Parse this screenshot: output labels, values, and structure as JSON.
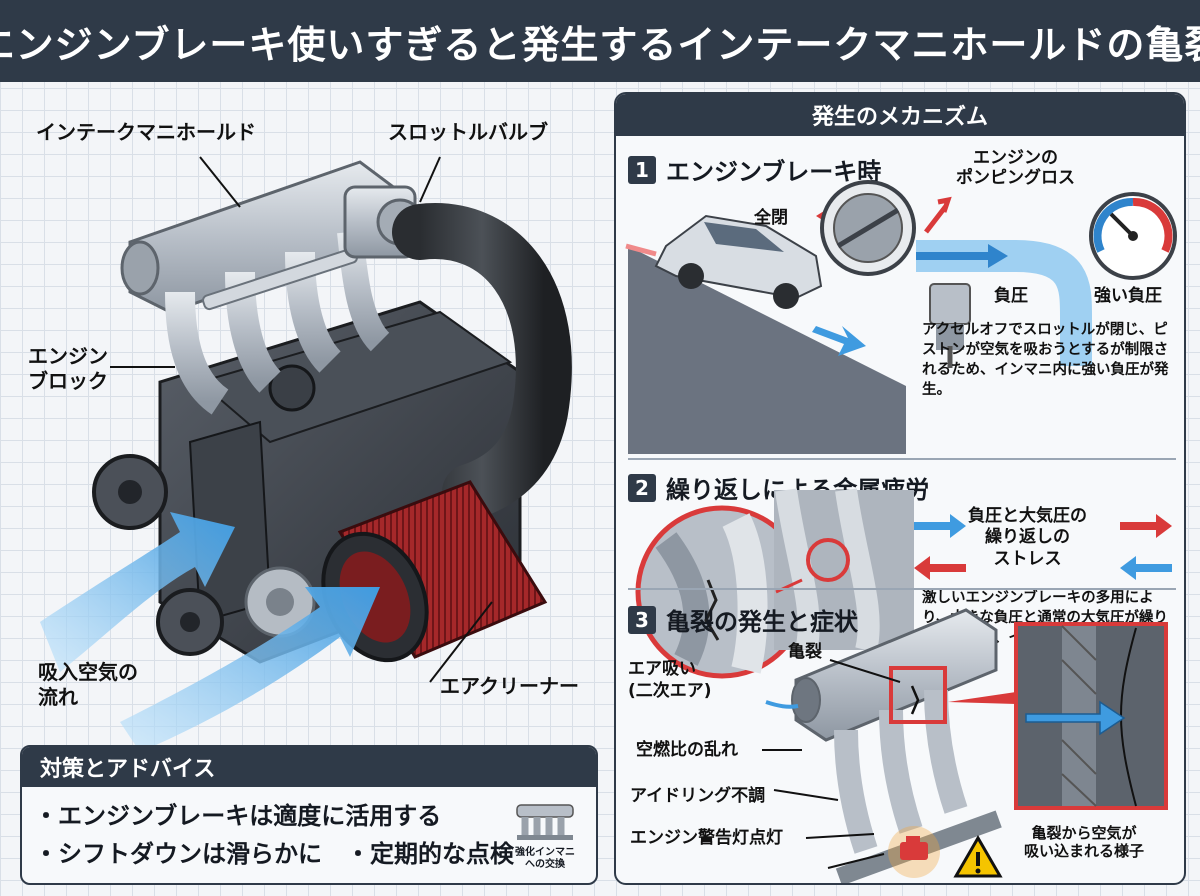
{
  "title": "エンジンブレーキ使いすぎると発生するインテークマニホールドの亀裂",
  "engine": {
    "labels": {
      "intake_manifold": "インテークマニホールド",
      "throttle_valve": "スロットルバルブ",
      "engine_block": "エンジン\nブロック",
      "intake_air_flow": "吸入空気の\n流れ",
      "air_cleaner": "エアクリーナー"
    }
  },
  "tips": {
    "heading": "対策とアドバイス",
    "items": [
      "・エンジンブレーキは適度に活用する",
      "・シフトダウンは滑らかに　・定期的な点検"
    ],
    "mini_caption": "強化インマニ\nへの交換"
  },
  "mechanism": {
    "heading": "発生のメカニズム",
    "steps": [
      {
        "num": "1",
        "title": "エンジンブレーキ時",
        "labels": {
          "closed": "全閉",
          "pumping_loss": "エンジンの\nポンピングロス",
          "negative_pressure": "負圧",
          "strong_negative": "強い負圧"
        },
        "desc": "アクセルオフでスロットルが閉じ、ピストンが空気を吸おうとするが制限されるため、インマニ内に強い負圧が発生。"
      },
      {
        "num": "2",
        "title": "繰り返しによる金属疲労",
        "labels": {
          "stress": "負圧と大気圧の\n繰り返しの\nストレス"
        },
        "desc": "激しいエンジンブレーキの多用により、大きな負圧と通常の大気圧が繰り返しかかり、インマニの素材にストレスが蓄積。"
      },
      {
        "num": "3",
        "title": "亀裂の発生と症状",
        "labels": {
          "crack": "亀裂",
          "air_leak": "エア吸い\n(二次エア)",
          "afr": "空燃比の乱れ",
          "idle": "アイドリング不調",
          "warning": "エンジン警告灯点灯",
          "caption": "亀裂から空気が\n吸い込まれる様子"
        }
      }
    ]
  },
  "colors": {
    "navy": "#2f3a48",
    "blue_air": "#3f9be0",
    "red": "#d93a3a",
    "filter_red": "#a5282a",
    "aluminum": "#c2c8d0"
  },
  "icons": [
    "car-icon",
    "throttle-plate-icon",
    "piston-icon",
    "pressure-gauge-icon",
    "check-engine-icon",
    "warning-icon",
    "intake-manifold-icon"
  ]
}
